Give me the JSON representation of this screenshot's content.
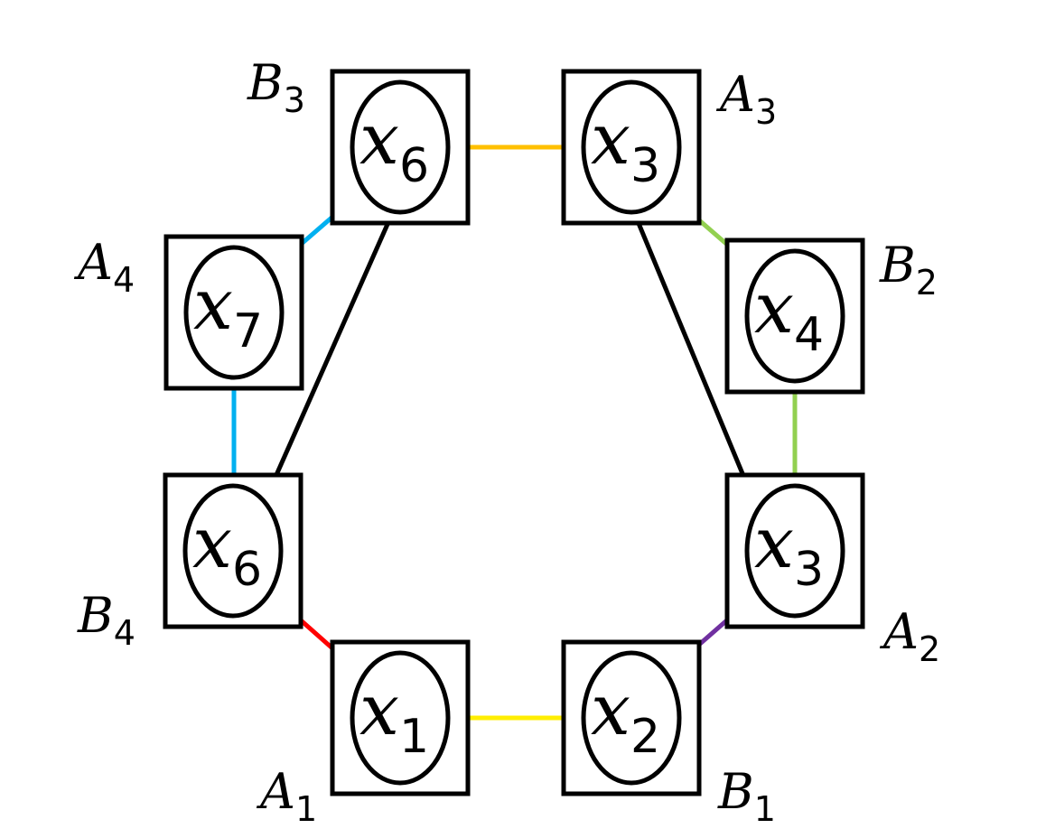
{
  "nodes": [
    {
      "id": "A1",
      "label": "A",
      "label_sub": "1",
      "var": "x",
      "var_sub": "1"
    },
    {
      "id": "B1",
      "label": "B",
      "label_sub": "1",
      "var": "x",
      "var_sub": "2"
    },
    {
      "id": "A2",
      "label": "A",
      "label_sub": "2",
      "var": "x",
      "var_sub": "3"
    },
    {
      "id": "B2",
      "label": "B",
      "label_sub": "2",
      "var": "x",
      "var_sub": "4"
    },
    {
      "id": "A3",
      "label": "A",
      "label_sub": "3",
      "var": "x",
      "var_sub": "3"
    },
    {
      "id": "B3",
      "label": "B",
      "label_sub": "3",
      "var": "x",
      "var_sub": "6"
    },
    {
      "id": "A4",
      "label": "A",
      "label_sub": "4",
      "var": "x",
      "var_sub": "7"
    },
    {
      "id": "B4",
      "label": "B",
      "label_sub": "4",
      "var": "x",
      "var_sub": "6"
    }
  ],
  "edges": [
    {
      "from": "A1",
      "to": "B1",
      "color": "#ffee00"
    },
    {
      "from": "B1",
      "to": "A2",
      "color": "#7030a0"
    },
    {
      "from": "A2",
      "to": "B2",
      "color": "#92d050"
    },
    {
      "from": "B2",
      "to": "A3",
      "color": "#92d050"
    },
    {
      "from": "A3",
      "to": "B3",
      "color": "#ffc000"
    },
    {
      "from": "B3",
      "to": "A4",
      "color": "#00b0f0"
    },
    {
      "from": "A4",
      "to": "B4",
      "color": "#00b0f0"
    },
    {
      "from": "B4",
      "to": "A1",
      "color": "#ff0000"
    },
    {
      "from": "A2",
      "to": "A3",
      "color": "#000000"
    },
    {
      "from": "B4",
      "to": "B3",
      "color": "#000000"
    }
  ]
}
